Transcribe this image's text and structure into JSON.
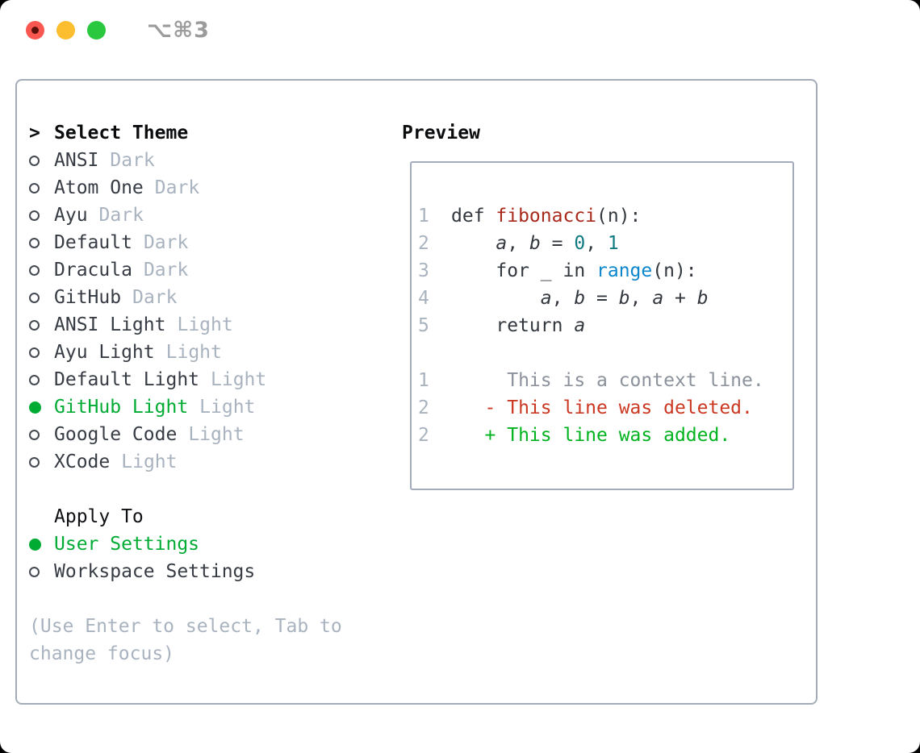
{
  "titlebar": {
    "title": "⌥⌘3",
    "buttons": [
      "close",
      "minimize",
      "zoom"
    ]
  },
  "colors": {
    "selection_green": "#00ab33",
    "added_green": "#00b31f",
    "deleted_red": "#cb3822",
    "function_red": "#a8291b",
    "number_teal": "#0f7a80",
    "call_blue": "#0c86cc",
    "muted_gray": "#a9b3bf",
    "panel_border": "#a3acb8"
  },
  "left": {
    "header_marker": ">",
    "header": "Select Theme",
    "themes": [
      {
        "name": "ANSI",
        "variant": "Dark",
        "selected": false
      },
      {
        "name": "Atom One",
        "variant": "Dark",
        "selected": false
      },
      {
        "name": "Ayu",
        "variant": "Dark",
        "selected": false
      },
      {
        "name": "Default",
        "variant": "Dark",
        "selected": false
      },
      {
        "name": "Dracula",
        "variant": "Dark",
        "selected": false
      },
      {
        "name": "GitHub",
        "variant": "Dark",
        "selected": false
      },
      {
        "name": "ANSI Light",
        "variant": "Light",
        "selected": false
      },
      {
        "name": "Ayu Light",
        "variant": "Light",
        "selected": false
      },
      {
        "name": "Default Light",
        "variant": "Light",
        "selected": false
      },
      {
        "name": "GitHub Light",
        "variant": "Light",
        "selected": true
      },
      {
        "name": "Google Code",
        "variant": "Light",
        "selected": false
      },
      {
        "name": "XCode",
        "variant": "Light",
        "selected": false
      }
    ],
    "apply_to": {
      "label": "Apply To",
      "options": [
        {
          "name": "User Settings",
          "selected": true
        },
        {
          "name": "Workspace Settings",
          "selected": false
        }
      ]
    },
    "hint_lines": [
      "(Use Enter to select, Tab to",
      "change focus)"
    ]
  },
  "preview": {
    "label": "Preview",
    "lines": [
      {
        "num": "1",
        "tokens": [
          {
            "t": "def ",
            "c": "fg"
          },
          {
            "t": "fibonacci",
            "c": "func"
          },
          {
            "t": "(n):",
            "c": "fg"
          }
        ]
      },
      {
        "num": "2",
        "tokens": [
          {
            "t": "    ",
            "c": "fg"
          },
          {
            "t": "a",
            "c": "var"
          },
          {
            "t": ", ",
            "c": "fg"
          },
          {
            "t": "b",
            "c": "var"
          },
          {
            "t": " = ",
            "c": "fg"
          },
          {
            "t": "0",
            "c": "num"
          },
          {
            "t": ", ",
            "c": "fg"
          },
          {
            "t": "1",
            "c": "num"
          }
        ]
      },
      {
        "num": "3",
        "tokens": [
          {
            "t": "    for _ in ",
            "c": "fg"
          },
          {
            "t": "range",
            "c": "call"
          },
          {
            "t": "(n):",
            "c": "fg"
          }
        ]
      },
      {
        "num": "4",
        "tokens": [
          {
            "t": "        ",
            "c": "fg"
          },
          {
            "t": "a",
            "c": "var"
          },
          {
            "t": ", ",
            "c": "fg"
          },
          {
            "t": "b",
            "c": "var"
          },
          {
            "t": " = ",
            "c": "fg"
          },
          {
            "t": "b",
            "c": "var"
          },
          {
            "t": ", ",
            "c": "fg"
          },
          {
            "t": "a",
            "c": "var"
          },
          {
            "t": " + ",
            "c": "fg"
          },
          {
            "t": "b",
            "c": "var"
          }
        ]
      },
      {
        "num": "5",
        "tokens": [
          {
            "t": "    return ",
            "c": "fg"
          },
          {
            "t": "a",
            "c": "var"
          }
        ]
      },
      {
        "num": "",
        "tokens": []
      },
      {
        "num": "1",
        "tokens": [
          {
            "t": "     This is a context line.",
            "c": "ctx"
          }
        ]
      },
      {
        "num": "2",
        "tokens": [
          {
            "t": "   - This line was deleted.",
            "c": "del"
          }
        ]
      },
      {
        "num": "2",
        "tokens": [
          {
            "t": "   + This line was added.",
            "c": "add"
          }
        ]
      }
    ]
  }
}
